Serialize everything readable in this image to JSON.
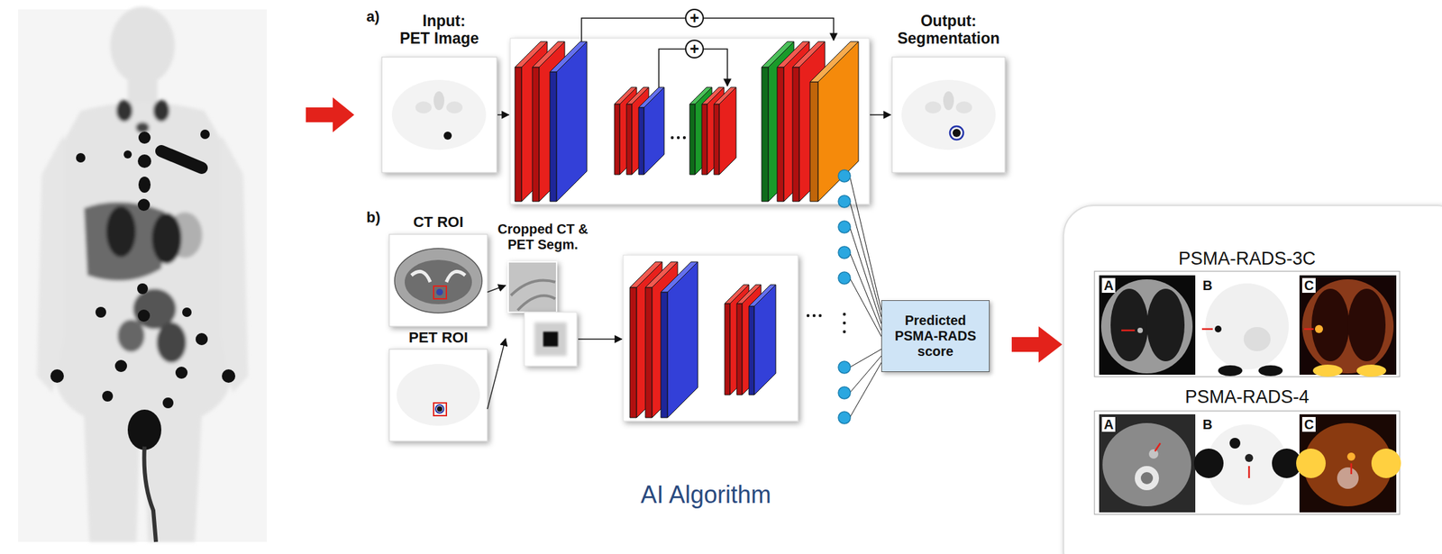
{
  "diagram": {
    "nodes": [
      {
        "text": [
          "Input: PET Image"
        ]
      },
      {
        "text": [
          "+"
        ]
      },
      {
        "text": [
          "+"
        ]
      },
      {
        "text": [
          "Output: Segmentation"
        ]
      },
      {
        "text": [
          "CT ROI"
        ]
      },
      {
        "text": [
          "PET ROI"
        ]
      },
      {
        "text": [
          "Cropped CT & PET Segm."
        ]
      },
      {
        "text": [
          "Predicted PSMA-RADS score"
        ]
      },
      {
        "text": [
          "PSMA-RADS-3C",
          "A",
          "B",
          "C"
        ]
      },
      {
        "text": [
          "PSMA-RADS-4",
          "A",
          "B",
          "C"
        ]
      }
    ],
    "edges": [
      {
        "from": 4,
        "to": 6,
        "arrow": "to"
      },
      {
        "from": 5,
        "to": 6,
        "arrow": "to"
      }
    ],
    "labels": [
      "a)",
      "b)",
      "AI Algorithm"
    ]
  }
}
